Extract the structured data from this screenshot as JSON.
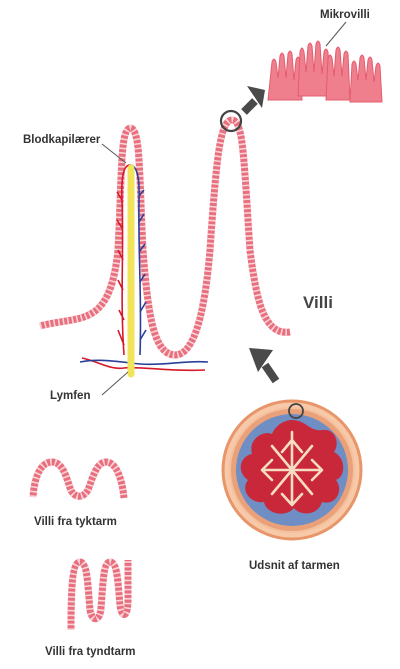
{
  "labels": {
    "mikrovilli": "Mikrovilli",
    "blodkapillaerer": "Blodkapilærer",
    "villi": "Villi",
    "lymfen": "Lymfen",
    "villi_tyktarm": "Villi fra tyktarm",
    "villi_tyndtarm": "Villi fra tyndtarm",
    "udsnit": "Udsnit af tarmen"
  },
  "colors": {
    "villus_pink": "#e8707e",
    "villus_light": "#f6b3bd",
    "artery_red": "#d7182a",
    "vein_blue": "#2a3f9a",
    "lymph_yellow": "#f1e45a",
    "arrow_gray": "#4a4a4a",
    "tissue_red": "#c8283a",
    "tissue_blue": "#6f8fc4",
    "ring_orange": "#e8956a"
  }
}
